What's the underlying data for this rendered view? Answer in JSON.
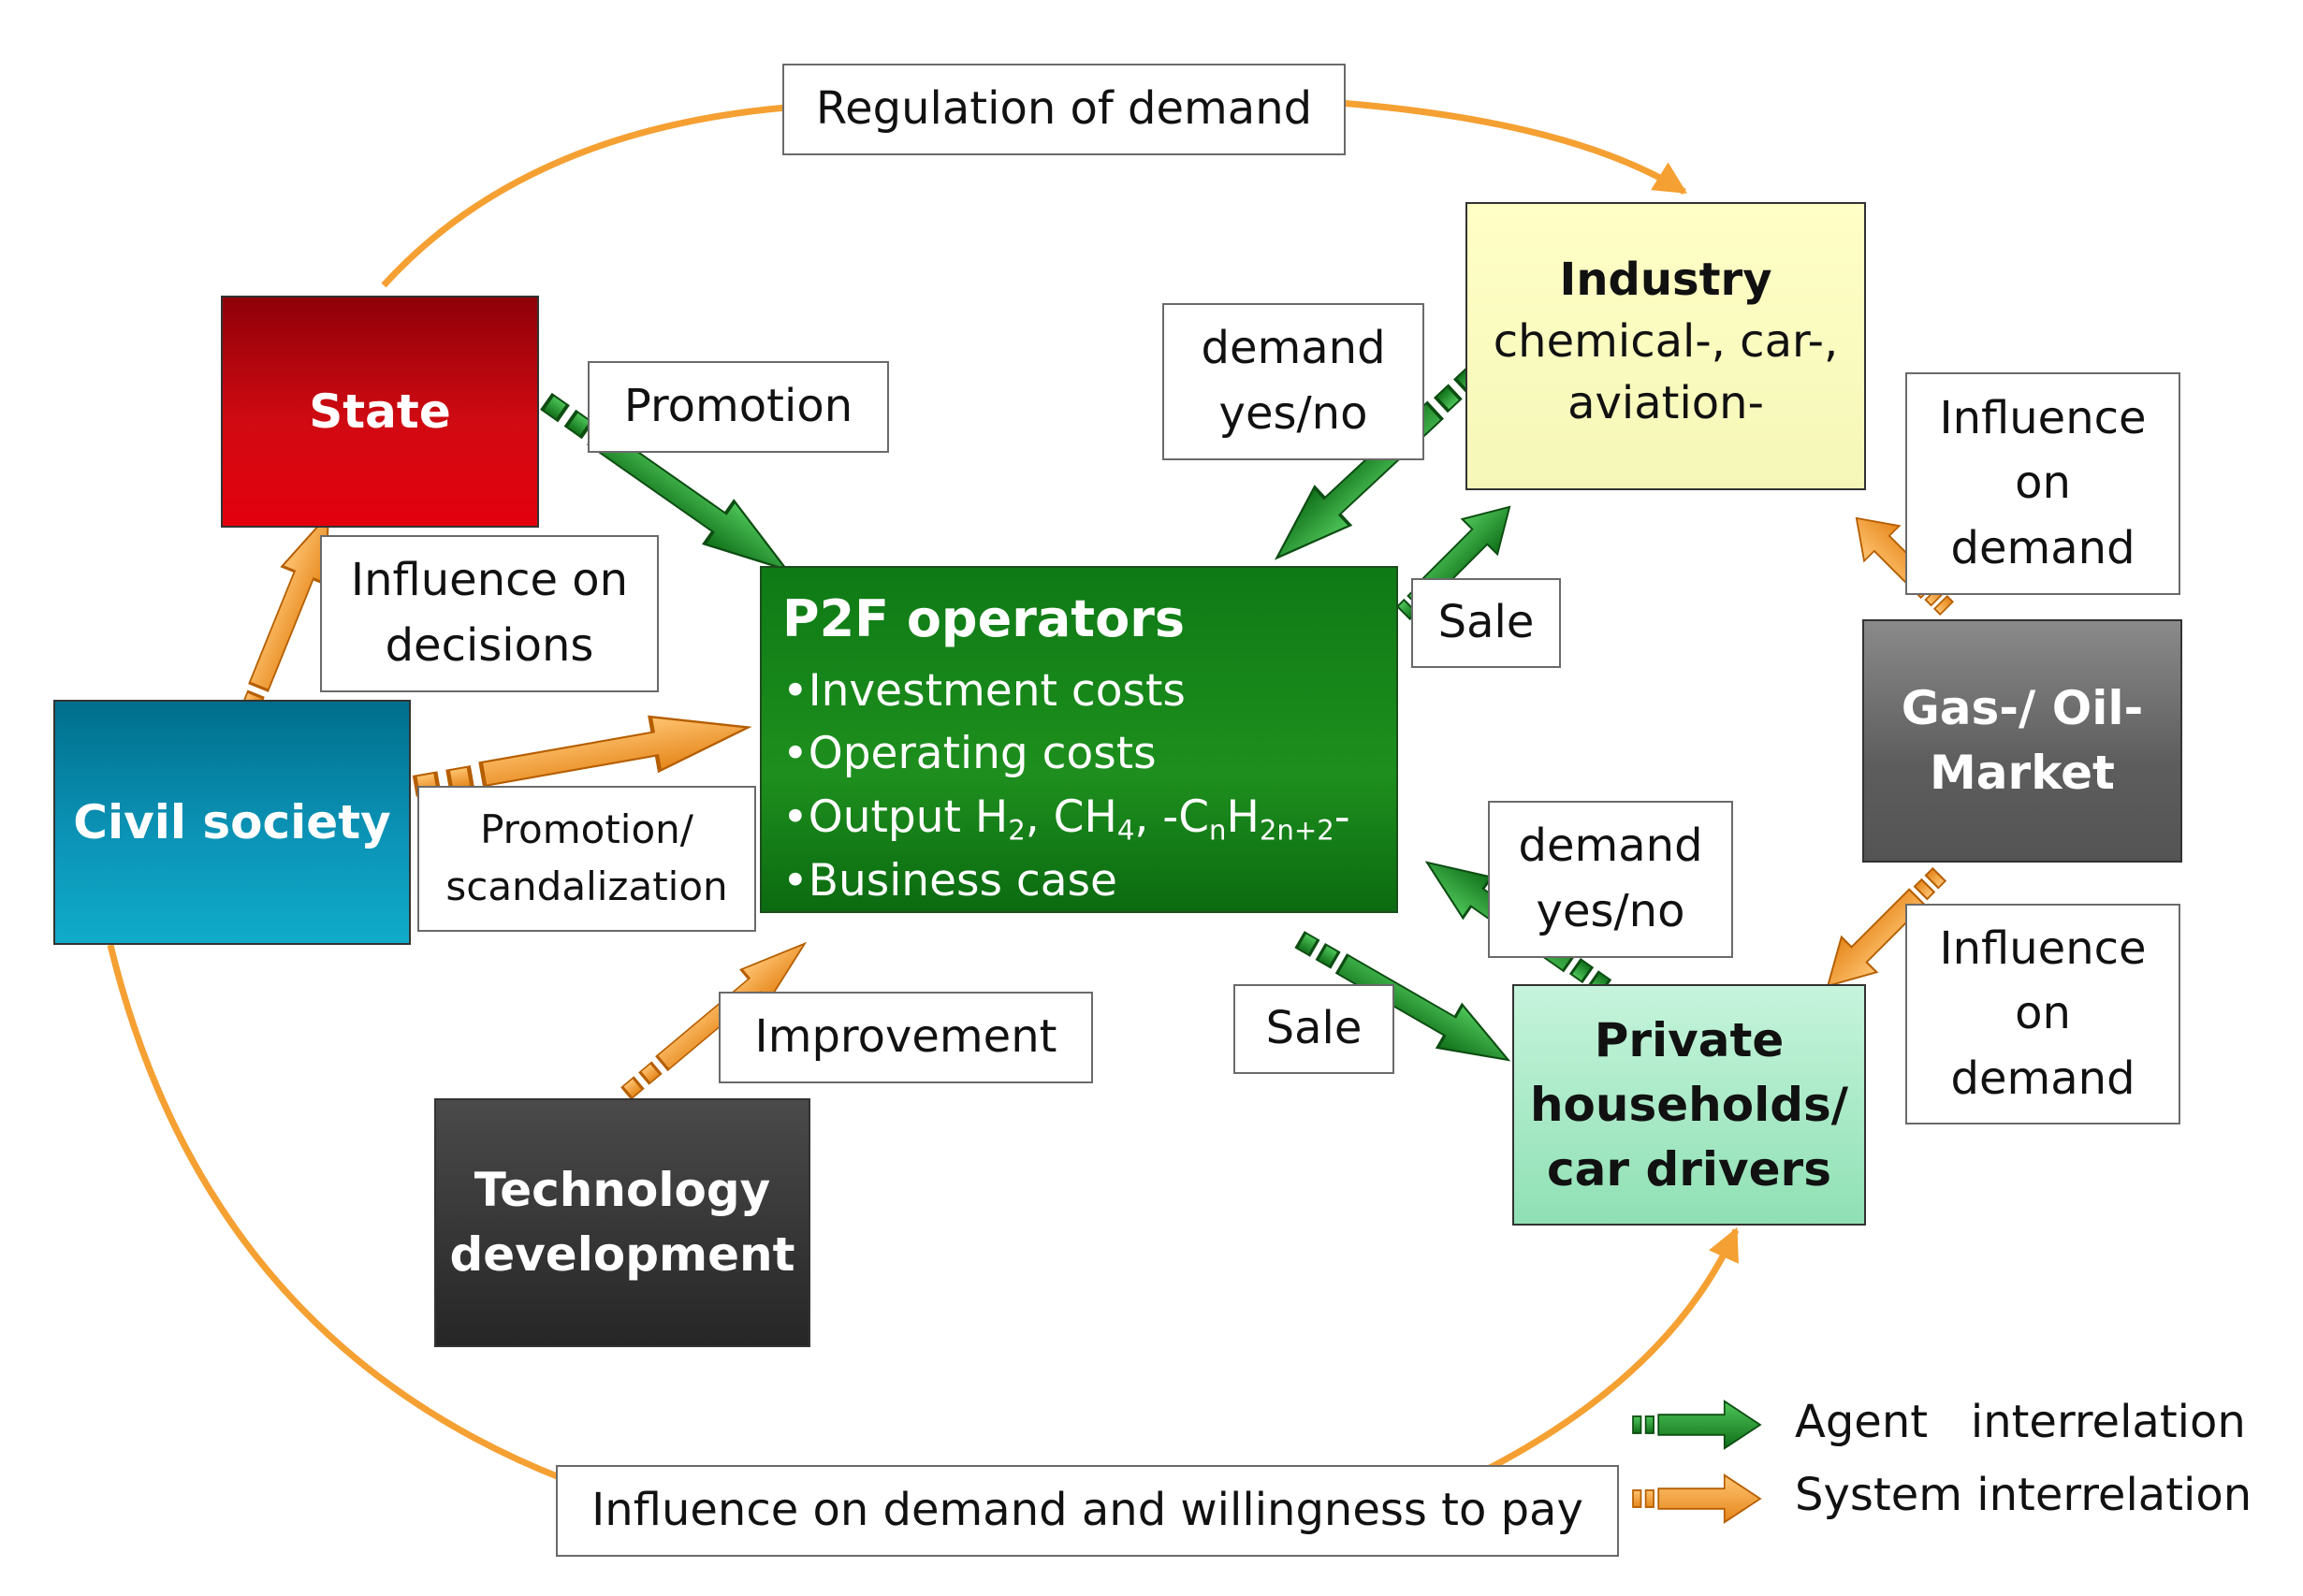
{
  "nodes": {
    "state": "State",
    "civil_society": "Civil society",
    "technology": [
      "Technology",
      "development"
    ],
    "p2f": {
      "title": "P2F operators",
      "bullets": [
        "•Investment costs",
        "•Operating costs",
        "•Business case"
      ],
      "output": {
        "prefix": "•Output H",
        "h2_sub": "2",
        "mid": ", CH",
        "ch4_sub": "4",
        "tail1": ", -C",
        "n_sub": "n",
        "tail2": "H",
        "h_sub": "2n+2",
        "tail3": "-"
      }
    },
    "industry": {
      "title": "Industry",
      "lines": [
        "chemical-, car-,",
        "aviation-"
      ]
    },
    "gas_oil": [
      "Gas-/ Oil-",
      "Market"
    ],
    "households": [
      "Private",
      "households/",
      "car drivers"
    ]
  },
  "labels": {
    "regulation": "Regulation of demand",
    "promotion": "Promotion",
    "influence_decisions": [
      "Influence on",
      "decisions"
    ],
    "promotion_scandal": [
      "Promotion/",
      "scandalization"
    ],
    "improvement": "Improvement",
    "demand_industry": [
      "demand",
      "yes/no"
    ],
    "sale_industry": "Sale",
    "demand_households": [
      "demand",
      "yes/no"
    ],
    "sale_households": "Sale",
    "influence_demand_top": [
      "Influence",
      "on",
      "demand"
    ],
    "influence_demand_bottom": [
      "Influence",
      "on",
      "demand"
    ],
    "influence_willingness": "Influence on demand and willingness to pay"
  },
  "legend": {
    "agent": "Agent   interrelation",
    "system": "System interrelation",
    "agent_color": "#1f9a2a",
    "system_color": "#f5a032"
  },
  "colors": {
    "state": "#c8000a",
    "civil_society": "#0a8eb0",
    "technology": "#2e2e2e",
    "p2f": "#158618",
    "industry": "#fdfdc8",
    "gas_oil": "#6a6a6a",
    "households": "#9be6bd",
    "loop_arrow": "#f5a032"
  }
}
